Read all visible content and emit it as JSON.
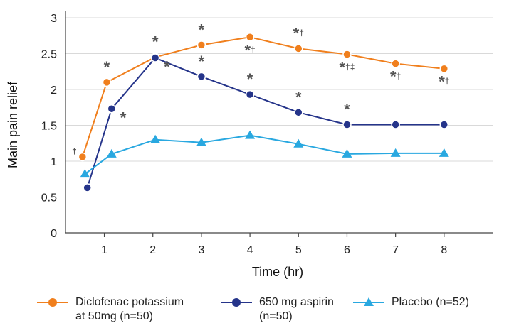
{
  "chart_data": {
    "type": "line",
    "xlabel": "Time (hr)",
    "ylabel": "Main pain relief",
    "xlim": [
      0.2,
      9.0
    ],
    "ylim": [
      0,
      3
    ],
    "xticks": [
      "1",
      "2",
      "3",
      "4",
      "5",
      "6",
      "7",
      "8"
    ],
    "yticks": [
      "0",
      "0.5",
      "1",
      "1.5",
      "2",
      "2.5",
      "3"
    ],
    "grid": "horizontal",
    "legend_position": "bottom",
    "series": [
      {
        "name": "Diclofenac potassium\nat 50mg (n=50)",
        "color": "#f07f1d",
        "marker": "circle",
        "x": [
          0.55,
          1.05,
          2.05,
          3.0,
          4.0,
          5.0,
          6.0,
          7.0,
          8.0
        ],
        "y": [
          1.06,
          2.1,
          2.45,
          2.62,
          2.73,
          2.57,
          2.49,
          2.36,
          2.29
        ],
        "annotations": [
          {
            "x": 0.55,
            "text": "†",
            "pos": "above-left"
          },
          {
            "x": 1.05,
            "text": "*",
            "pos": "above"
          },
          {
            "x": 2.05,
            "text": "*",
            "pos": "above"
          },
          {
            "x": 3.0,
            "text": "*",
            "pos": "above"
          },
          {
            "x": 4.0,
            "text": "*†",
            "pos": "below"
          },
          {
            "x": 5.0,
            "text": "*†",
            "pos": "above"
          },
          {
            "x": 6.0,
            "text": "*†‡",
            "pos": "below"
          },
          {
            "x": 7.0,
            "text": "*†",
            "pos": "below"
          },
          {
            "x": 8.0,
            "text": "*†",
            "pos": "below"
          }
        ]
      },
      {
        "name": "650 mg aspirin\n(n=50)",
        "color": "#25348a",
        "marker": "circle",
        "x": [
          0.65,
          1.15,
          2.05,
          3.0,
          4.0,
          5.0,
          6.0,
          7.0,
          8.0
        ],
        "y": [
          0.63,
          1.73,
          2.44,
          2.18,
          1.93,
          1.68,
          1.51,
          1.51,
          1.51
        ],
        "annotations": [
          {
            "x": 1.15,
            "text": "*",
            "pos": "below-right"
          },
          {
            "x": 2.05,
            "text": "*",
            "pos": "below-right"
          },
          {
            "x": 3.0,
            "text": "*",
            "pos": "above"
          },
          {
            "x": 4.0,
            "text": "*",
            "pos": "above"
          },
          {
            "x": 5.0,
            "text": "*",
            "pos": "above"
          },
          {
            "x": 6.0,
            "text": "*",
            "pos": "above"
          }
        ]
      },
      {
        "name": "Placebo (n=52)",
        "color": "#29a8e0",
        "marker": "triangle",
        "x": [
          0.6,
          1.15,
          2.05,
          3.0,
          4.0,
          5.0,
          6.0,
          7.0,
          8.0
        ],
        "y": [
          0.82,
          1.1,
          1.3,
          1.26,
          1.36,
          1.24,
          1.1,
          1.11,
          1.11
        ],
        "annotations": []
      }
    ]
  }
}
